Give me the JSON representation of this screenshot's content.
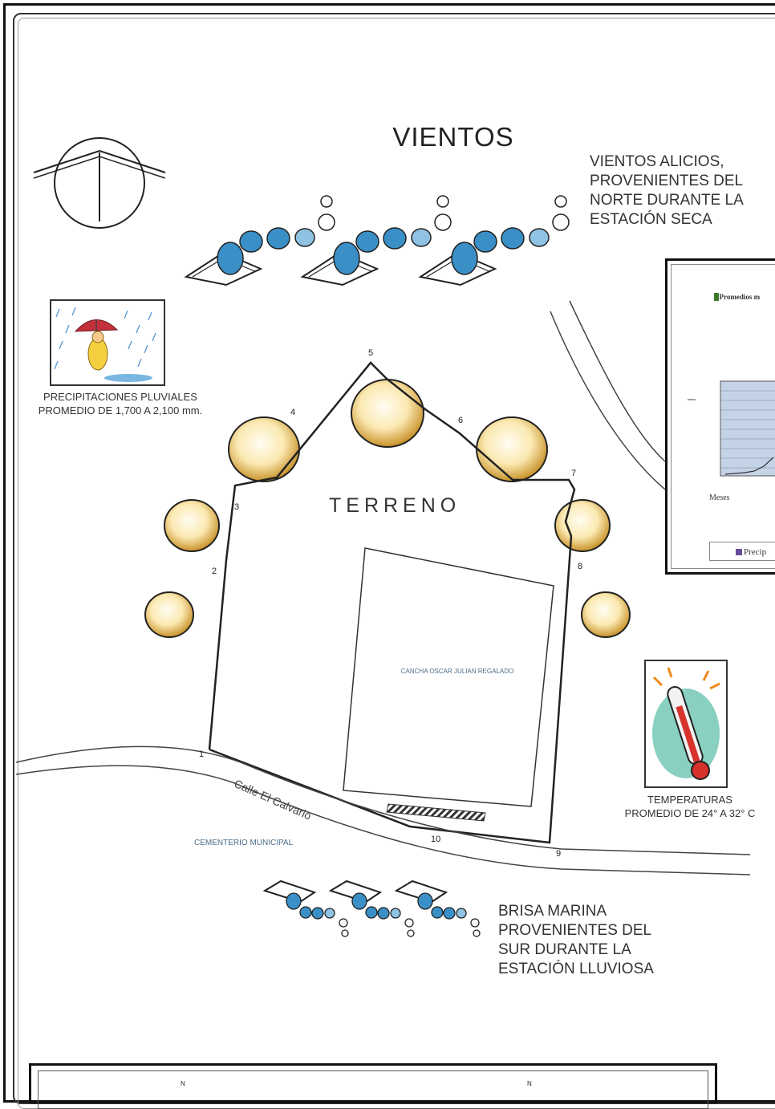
{
  "title": "VIENTOS",
  "wind_north": {
    "lines": [
      "VIENTOS ALICIOS,",
      "PROVENIENTES DEL",
      "NORTE DURANTE LA",
      "ESTACIÓN SECA"
    ]
  },
  "wind_south": {
    "lines": [
      "BRISA MARINA",
      "PROVENIENTES DEL",
      "SUR DURANTE LA",
      "ESTACIÓN LLUVIOSA"
    ]
  },
  "rain": {
    "lines": [
      "PRECIPITACIONES PLUVIALES",
      "PROMEDIO DE 1,700 A 2,100 mm."
    ]
  },
  "temperature": {
    "lines": [
      "TEMPERATURAS",
      "PROMEDIO DE 24° A 32° C"
    ]
  },
  "site_label": "TERRENO",
  "field_label": "CANCHA OSCAR JULIAN REGALADO",
  "cemetery_label": "CEMENTERIO MUNICIPAL",
  "street_label": "Calle El Calvario",
  "points": [
    "1",
    "2",
    "3",
    "4",
    "5",
    "6",
    "7",
    "8",
    "9",
    "10"
  ],
  "chart": {
    "title_visible": "Promedios m",
    "x_label": "Meses",
    "legend_visible": "Precip",
    "series_color": "#6a4a9a"
  },
  "north_labels": [
    "N",
    "N"
  ],
  "colors": {
    "wind_blue": "#3b8fc7",
    "sun_gold": "#e3b44a",
    "line": "#222222"
  }
}
